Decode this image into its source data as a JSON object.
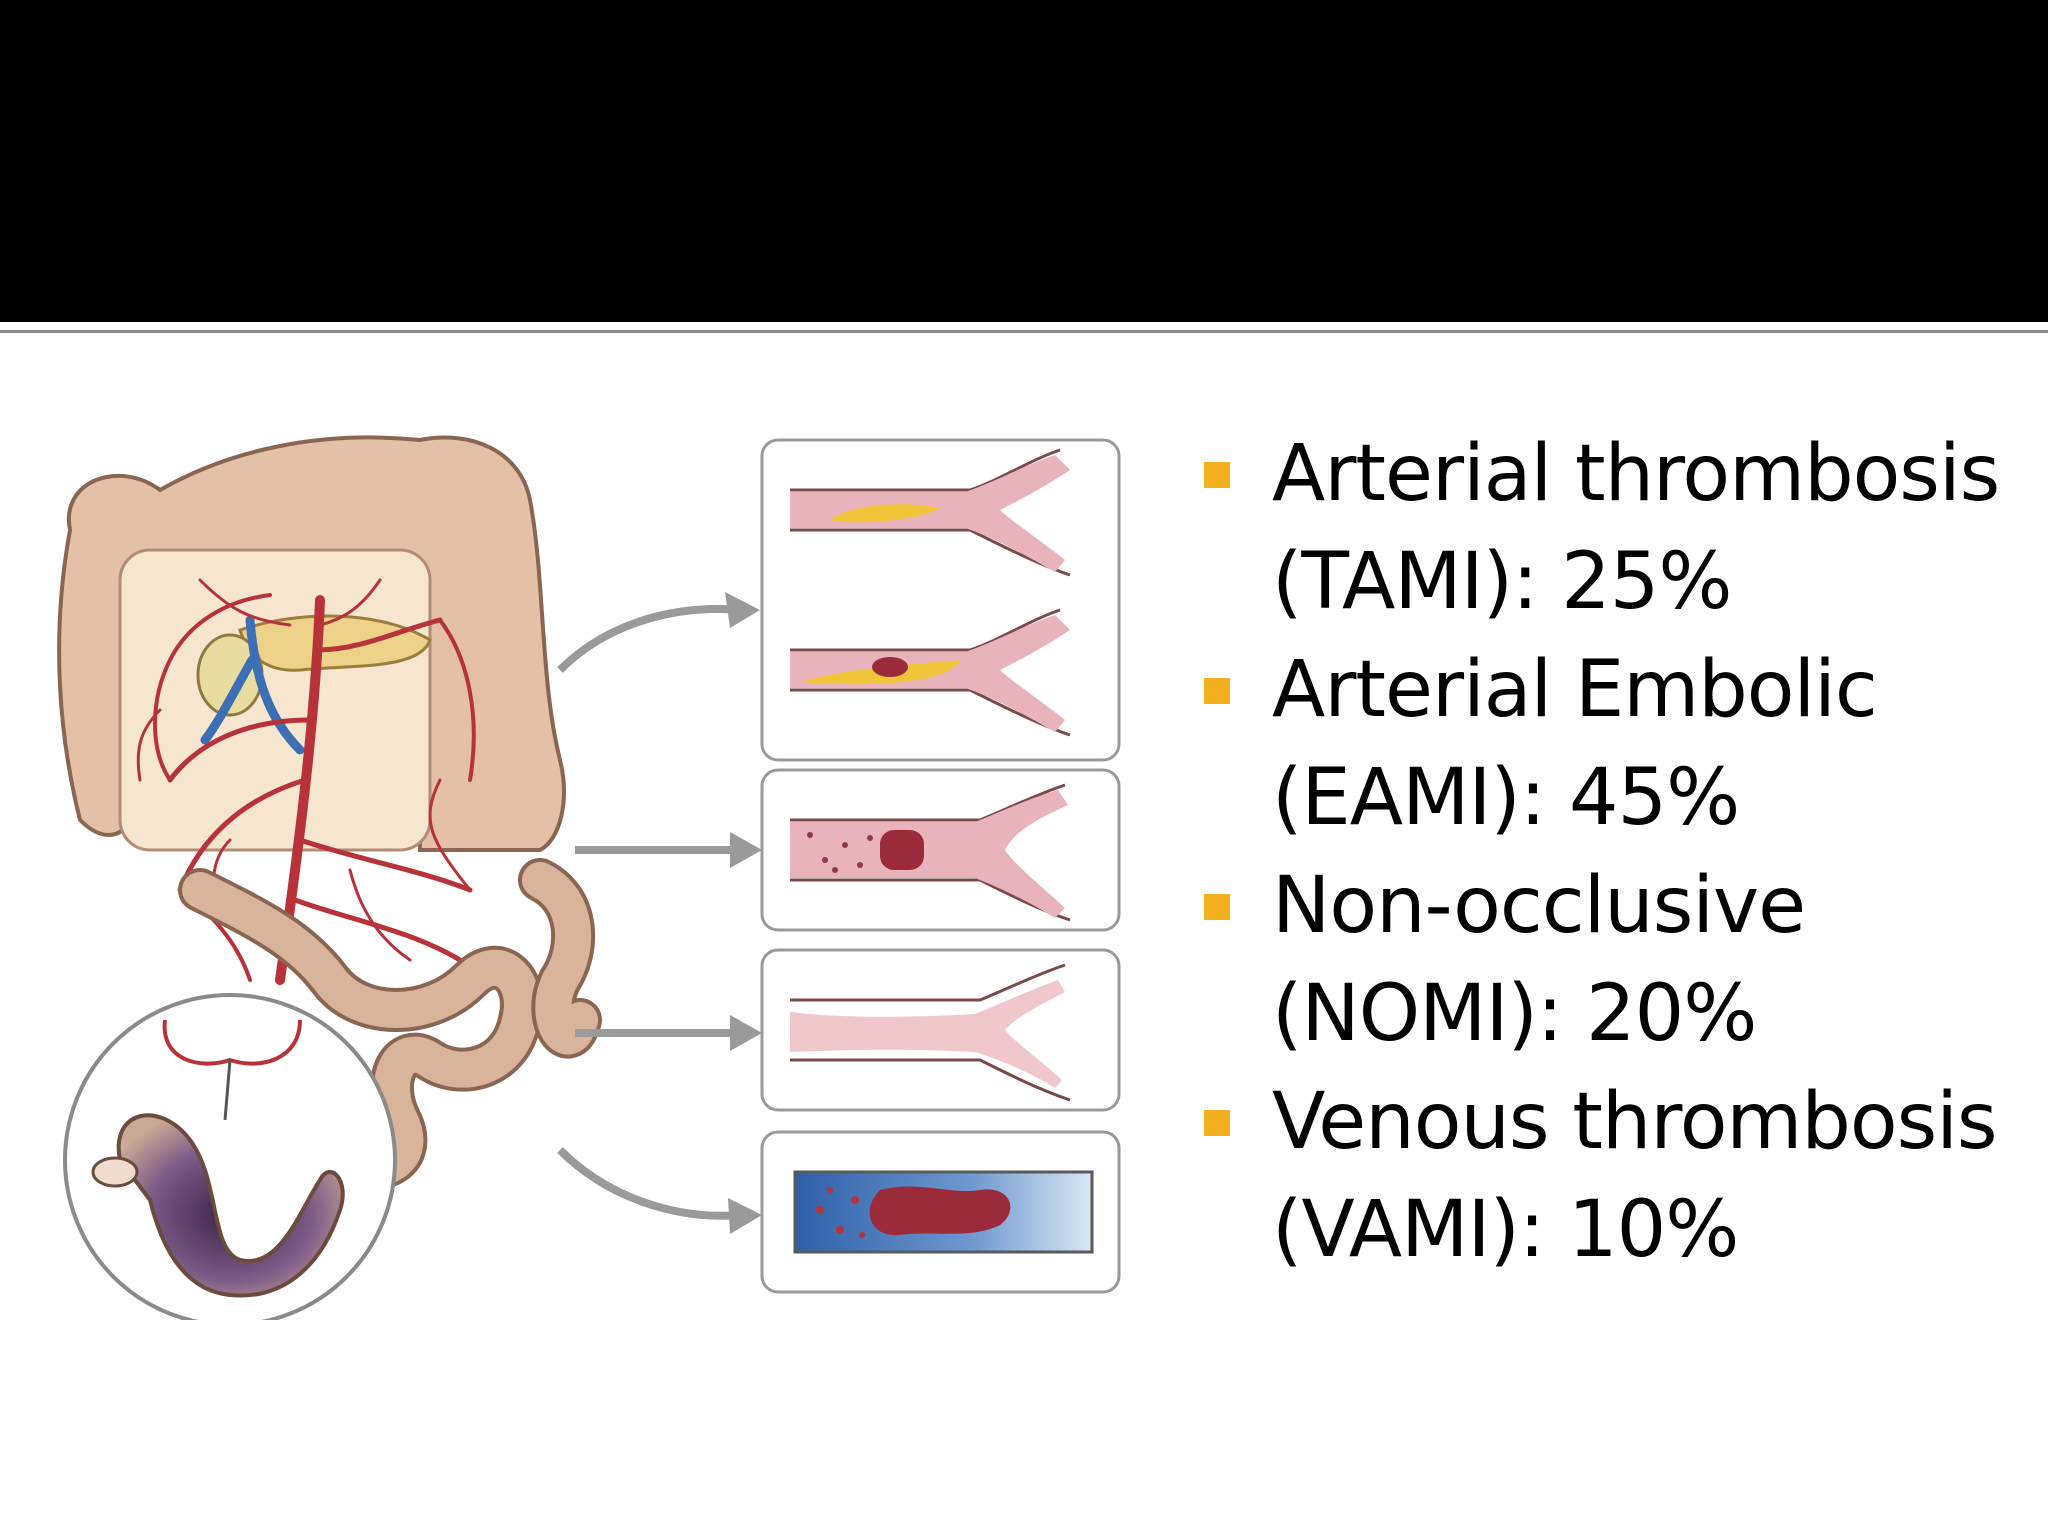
{
  "colors": {
    "header": "#000000",
    "rule": "#8c8c8c",
    "bullet_marker": "#f2b01e",
    "artery_red": "#b8323a",
    "vein_blue": "#3d6fb5",
    "plaque_yellow": "#f0c53a",
    "bowel_tan": "#d9b49a",
    "ischemic_purple": "#5a3a64"
  },
  "illustration": {
    "panels": [
      "arterial-thrombosis",
      "arterial-embolic",
      "non-occlusive",
      "venous-thrombosis"
    ]
  },
  "bullets": [
    {
      "line1": "Arterial thrombosis",
      "line2": "(TAMI): 25%"
    },
    {
      "line1": "Arterial Embolic",
      "line2": "(EAMI): 45%"
    },
    {
      "line1": "Non-occlusive",
      "line2": "(NOMI): 20%"
    },
    {
      "line1": "Venous thrombosis",
      "line2": "(VAMI): 10%"
    }
  ]
}
